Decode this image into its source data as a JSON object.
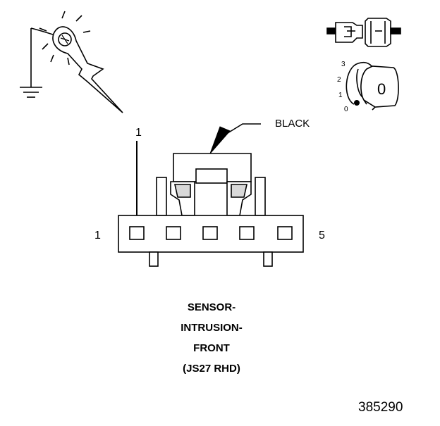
{
  "labels": {
    "pin_left": "1",
    "pin_right": "5",
    "pointer_pin": "1",
    "color_callout": "BLACK",
    "key_positions": [
      "3",
      "2",
      "1",
      "0"
    ],
    "key_face": "0"
  },
  "title_lines": [
    "SENSOR-",
    "INTRUSION-",
    "FRONT",
    "(JS27 RHD)"
  ],
  "figure_number": "385290",
  "connector": {
    "cavity_count": 5
  }
}
